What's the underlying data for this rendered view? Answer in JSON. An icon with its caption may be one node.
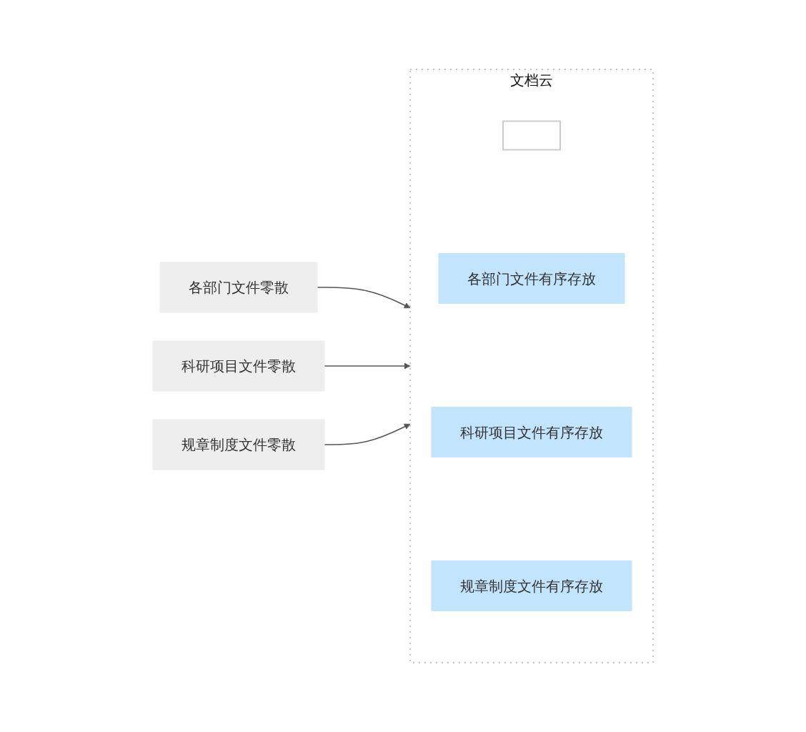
{
  "diagram": {
    "nodes": [
      {
        "text": [
          "各部门文件零散"
        ]
      },
      {
        "text": [
          "科研项目文件零散"
        ]
      },
      {
        "text": [
          "规章制度文件零散"
        ]
      },
      {
        "text": [
          "文档云"
        ]
      },
      {
        "text": [],
        "shape": "box",
        "in": 3
      },
      {
        "text": [
          "各部门文件有序存放"
        ],
        "in": 3
      },
      {
        "text": [
          "科研项目文件有序存放"
        ],
        "in": 3
      },
      {
        "text": [
          "规章制度文件有序存放"
        ],
        "in": 3
      }
    ],
    "edges": [
      {
        "from": 0,
        "to": 3,
        "arrow": "to"
      },
      {
        "from": 1,
        "to": 3,
        "arrow": "to"
      },
      {
        "from": 2,
        "to": 3,
        "arrow": "to"
      }
    ]
  }
}
